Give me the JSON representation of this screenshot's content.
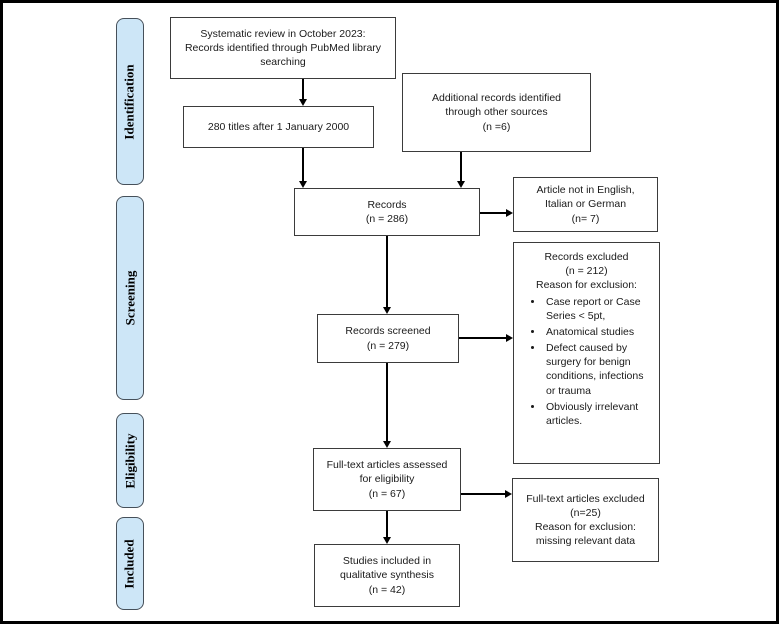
{
  "figure": {
    "type": "prisma-flow-diagram"
  },
  "sidebar": {
    "stages": [
      {
        "label": "Identification"
      },
      {
        "label": "Screening"
      },
      {
        "label": "Eligibility"
      },
      {
        "label": "Included"
      }
    ]
  },
  "boxes": {
    "pubmed": {
      "text": "Systematic review in October 2023:\nRecords identified through PubMed library\nsearching"
    },
    "titles": {
      "text": "280 titles after 1 January 2000"
    },
    "additional": {
      "text": "Additional records identified\nthrough other sources\n(n =6)"
    },
    "records": {
      "text": "Records\n(n = 286)"
    },
    "article_language": {
      "text": "Article not in English,\nItalian or German\n(n= 7)"
    },
    "records_excluded": {
      "title": "Records excluded",
      "count": "(n = 212)",
      "reason": "Reason for exclusion:",
      "bullets": [
        "Case report or Case Series < 5pt,",
        "Anatomical studies",
        "Defect caused by surgery for benign conditions, infections or trauma",
        "Obviously irrelevant articles."
      ]
    },
    "screened": {
      "text": "Records screened\n(n = 279)"
    },
    "fulltext_assessed": {
      "text": "Full-text articles assessed\nfor eligibility\n(n = 67)"
    },
    "fulltext_excluded": {
      "text": "Full-text articles excluded\n(n=25)\nReason for exclusion:\nmissing relevant data"
    },
    "included": {
      "text": "Studies included in\nqualitative synthesis\n(n = 42)"
    }
  },
  "colors": {
    "stage_fill": "#cde6f7",
    "stage_border": "#46505a",
    "box_border": "#3b3b3b",
    "connector": "#000000",
    "background": "#ffffff"
  }
}
